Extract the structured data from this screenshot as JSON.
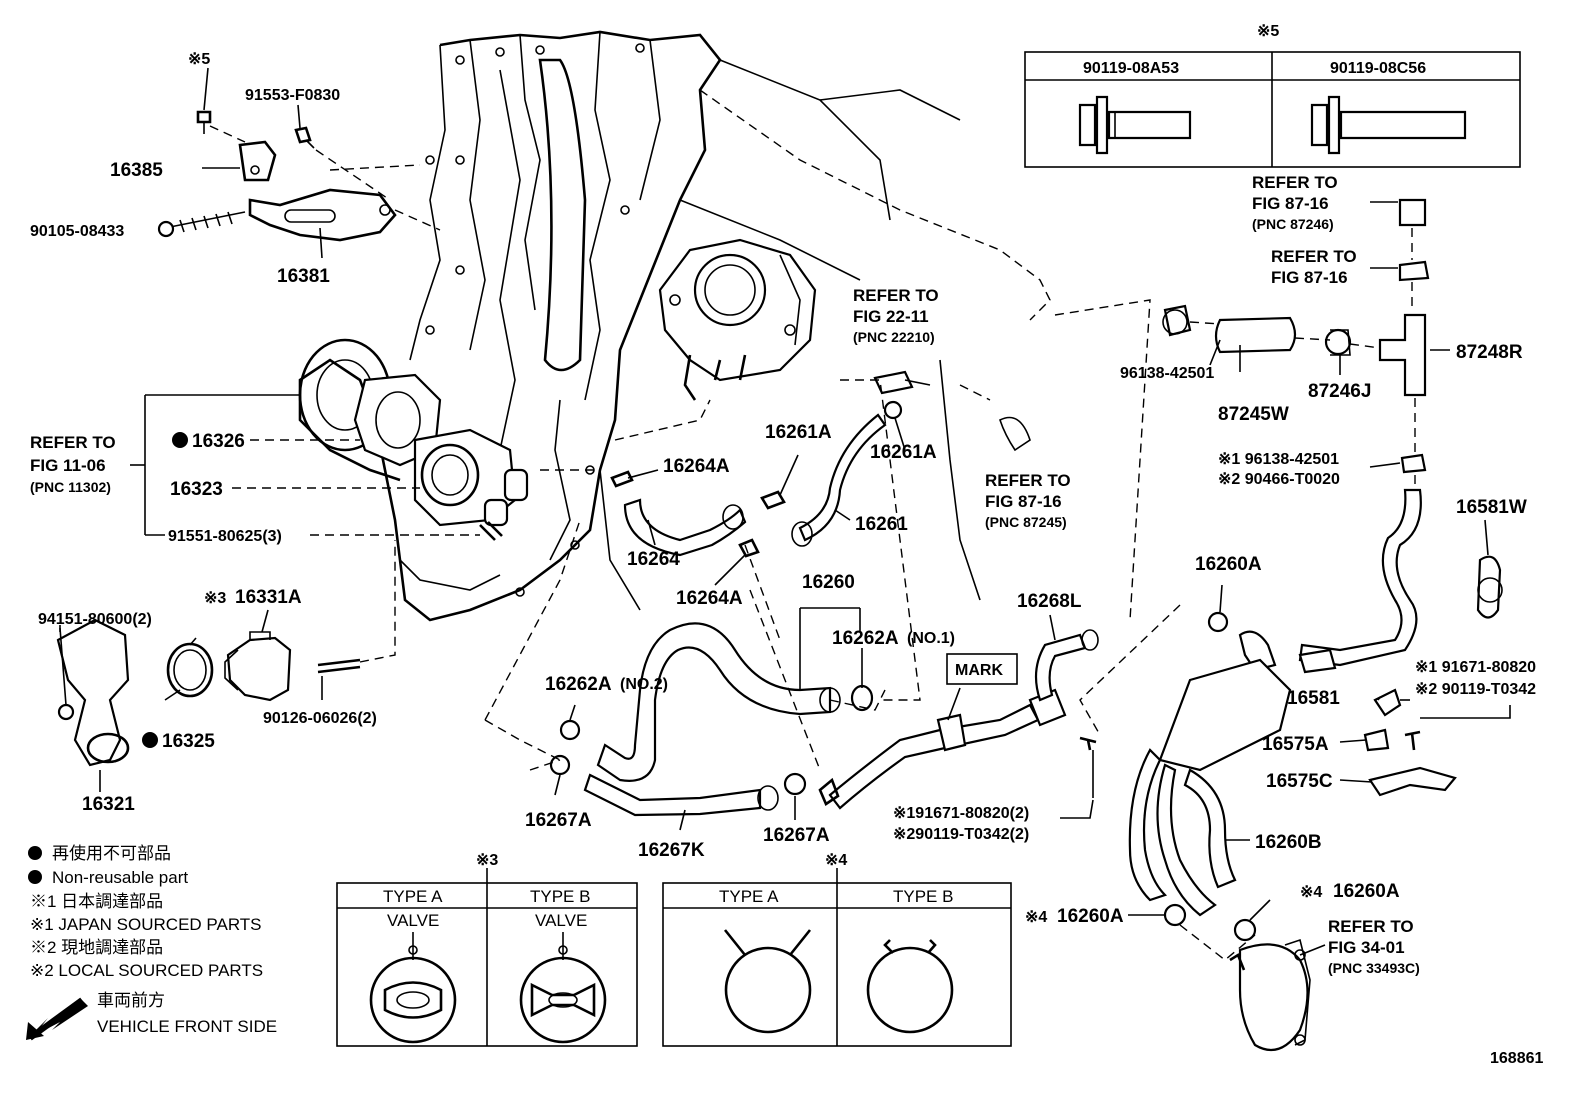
{
  "part_labels": {
    "p91553_f0830": "91553-F0830",
    "p16385": "16385",
    "p90105_08433": "90105-08433",
    "p16381": "16381",
    "p16326": "16326",
    "p16323": "16323",
    "p91551_80625": "91551-80625(3)",
    "p16331a": "16331A",
    "p94151_80600": "94151-80600(2)",
    "p90126_06026": "90126-06026(2)",
    "p16325": "16325",
    "p16321": "16321",
    "p16264a_1": "16264A",
    "p16264": "16264",
    "p16264a_2": "16264A",
    "p16261a_1": "16261A",
    "p16261a_2": "16261A",
    "p16261": "16261",
    "p16260": "16260",
    "p16262a_no1": "16262A",
    "p16262a_no2": "16262A",
    "p16268l": "16268L",
    "p16267a_1": "16267A",
    "p16267k": "16267K",
    "p16267a_2": "16267A",
    "p96138_42501": "96138-42501",
    "p87245w": "87245W",
    "p87246j": "87246J",
    "p87248r": "87248R",
    "p16581w": "16581W",
    "p16260a_1": "16260A",
    "p16581": "16581",
    "p16575a": "16575A",
    "p16575c": "16575C",
    "p16260b": "16260B",
    "p16260a_2": "16260A",
    "p16260a_3": "16260A",
    "mark": "MARK",
    "figure_number": "168861"
  },
  "qualifiers": {
    "no1": "(NO.1)",
    "no2": "(NO.2)"
  },
  "notes": {
    "r5_top": "※5",
    "r5_bolt": "※5",
    "r3": "※3",
    "r4": "※4",
    "n1_96138": "※1 96138-42501",
    "n2_90466": "※2 90466-T0020",
    "n1_91671_center": "※191671-80820(2)",
    "n2_90119_center": "※290119-T0342(2)",
    "n1_91671_right": "※1 91671-80820",
    "n2_90119_right": "※2 90119-T0342",
    "n4_a": "※4",
    "n4_b": "※4"
  },
  "refer_blocks": {
    "fig_87_16_top": [
      "REFER TO",
      "FIG 87-16",
      "(PNC 87246)"
    ],
    "fig_87_16_mid": [
      "REFER TO",
      "FIG 87-16"
    ],
    "fig_22_11": [
      "REFER TO",
      "FIG 22-11",
      "(PNC 22210)"
    ],
    "fig_11_06": [
      "REFER TO",
      "FIG 11-06",
      "(PNC 11302)"
    ],
    "fig_87_16_low": [
      "REFER TO",
      "FIG 87-16",
      "(PNC 87245)"
    ],
    "fig_34_01": [
      "REFER TO",
      "FIG 34-01",
      "(PNC 33493C)"
    ]
  },
  "bolt_table": {
    "headers": [
      "90119-08A53",
      "90119-08C56"
    ]
  },
  "thermostat_table": {
    "type_a": "TYPE A",
    "type_b": "TYPE B",
    "valve_a": "VALVE",
    "valve_b": "VALVE"
  },
  "clamp_table": {
    "type_a": "TYPE A",
    "type_b": "TYPE B"
  },
  "legend": {
    "non_reusable_jp": "再使用不可部品",
    "non_reusable_en": "Non-reusable part",
    "r1_jp": "※1 日本調達部品",
    "r1_en": "※1 JAPAN SOURCED PARTS",
    "r2_jp": "※2 現地調達部品",
    "r2_en": "※2 LOCAL SOURCED PARTS",
    "front_jp": "車両前方",
    "front_en": "VEHICLE FRONT SIDE"
  }
}
